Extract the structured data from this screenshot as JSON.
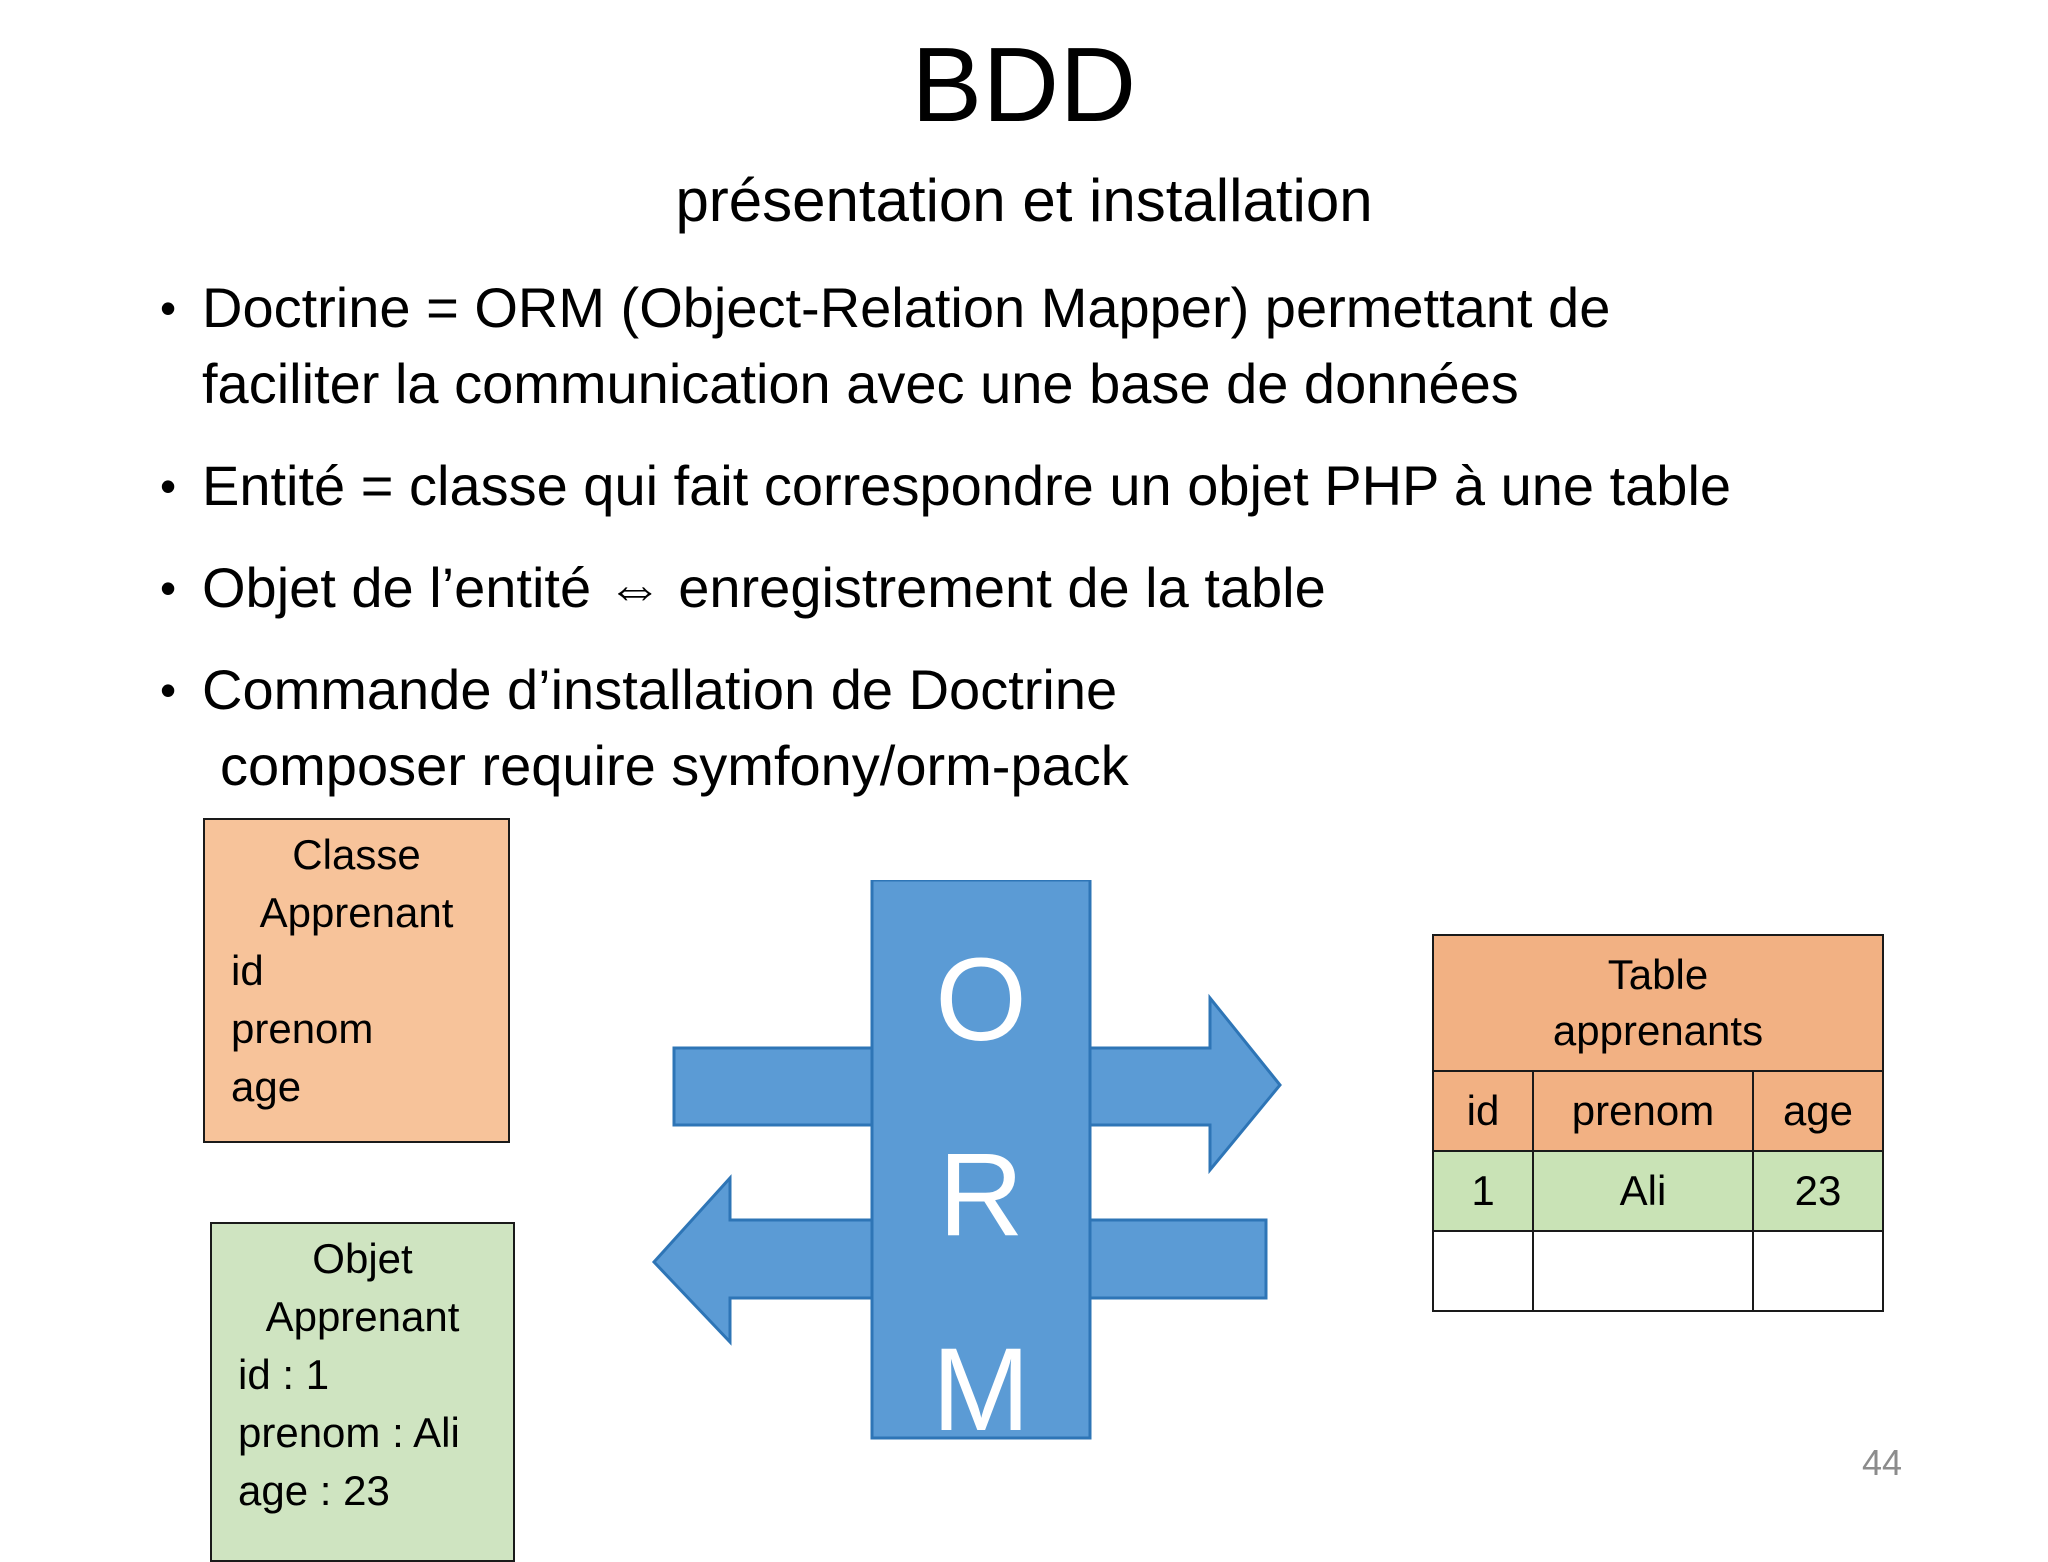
{
  "slide": {
    "title": "BDD",
    "subtitle": "présentation et installation",
    "page_number": "44"
  },
  "bullets": [
    {
      "marker": "•",
      "line1": "Doctrine = ORM (Object-Relation Mapper) permettant de",
      "line2": "faciliter la communication avec une base de données"
    },
    {
      "marker": "•",
      "line1": "Entité = classe qui fait correspondre un objet PHP à une table",
      "line2": ""
    },
    {
      "marker": "•",
      "line1": "Objet de l’entité ⇔ enregistrement de la table",
      "line2": ""
    },
    {
      "marker": "•",
      "line1": "Commande d’installation de Doctrine",
      "line2": "composer require symfony/orm-pack"
    }
  ],
  "classe_box": {
    "header_line1": "Classe",
    "header_line2": "Apprenant",
    "fields": [
      "id",
      "prenom",
      "age"
    ],
    "fill": "#F7C39A"
  },
  "objet_box": {
    "header_line1": "Objet",
    "header_line2": "Apprenant",
    "fields": [
      "id : 1",
      "prenom : Ali",
      "age : 23"
    ],
    "fill": "#CFE4C1"
  },
  "orm": {
    "letters": [
      "O",
      "R",
      "M"
    ],
    "fill": "#5B9BD5",
    "stroke": "#2E75B6",
    "text_color": "#FFFFFF",
    "arrow_right_label": "arrow-right",
    "arrow_left_label": "arrow-left"
  },
  "db_table": {
    "title_line1": "Table",
    "title_line2": "apprenants",
    "columns": [
      "id",
      "prenom",
      "age"
    ],
    "rows": [
      [
        "1",
        "Ali",
        "23"
      ],
      [
        "",
        "",
        ""
      ]
    ],
    "header_fill": "#F2B183",
    "row_fill": "#C9E3B6"
  }
}
